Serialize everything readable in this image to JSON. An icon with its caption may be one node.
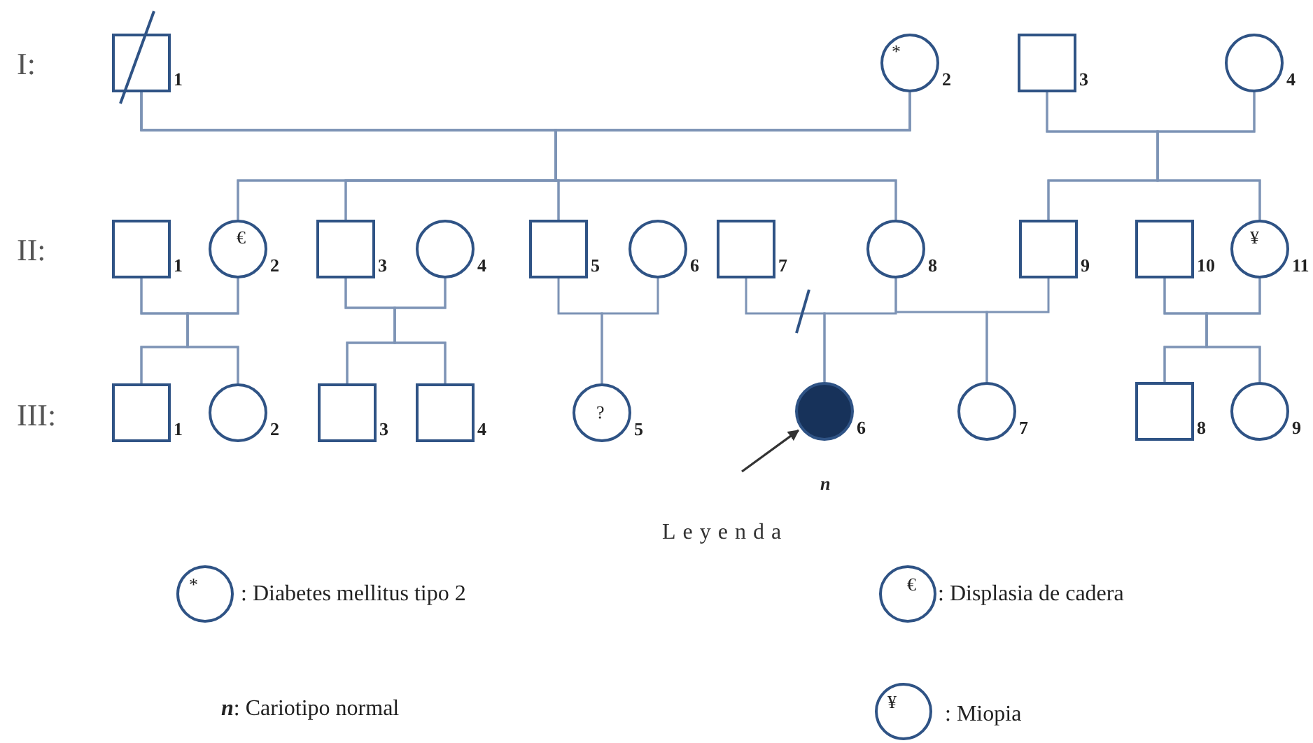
{
  "diagram": {
    "nodes": [
      {
        "text": [],
        "shape": "box",
        "beside": [
          "1"
        ]
      },
      {
        "text": [
          "*"
        ],
        "beside": [
          "2"
        ]
      },
      {
        "text": [],
        "shape": "box",
        "beside": [
          "3"
        ]
      },
      {
        "text": [],
        "shape": "circle",
        "beside": [
          "4"
        ]
      },
      {
        "text": [],
        "shape": "box",
        "beside": [
          "1"
        ]
      },
      {
        "text": [
          "€"
        ],
        "beside": [
          "2"
        ]
      },
      {
        "text": [],
        "shape": "box",
        "beside": [
          "3"
        ]
      },
      {
        "text": [],
        "shape": "circle",
        "beside": [
          "4"
        ]
      },
      {
        "text": [],
        "shape": "box",
        "beside": [
          "5"
        ]
      },
      {
        "text": [],
        "shape": "circle",
        "beside": [
          "6"
        ]
      },
      {
        "text": [],
        "shape": "box",
        "beside": [
          "7"
        ]
      },
      {
        "text": [],
        "shape": "circle",
        "beside": [
          "8"
        ]
      },
      {
        "text": [],
        "shape": "box",
        "beside": [
          "9"
        ]
      },
      {
        "text": [],
        "shape": "box",
        "beside": [
          "10"
        ]
      },
      {
        "text": [
          "¥"
        ],
        "beside": [
          "11"
        ]
      },
      {
        "text": [],
        "shape": "box",
        "beside": [
          "1"
        ]
      },
      {
        "text": [],
        "shape": "circle",
        "beside": [
          "2"
        ]
      },
      {
        "text": [],
        "shape": "box",
        "beside": [
          "3"
        ]
      },
      {
        "text": [],
        "shape": "box",
        "beside": [
          "4"
        ]
      },
      {
        "text": [
          "?"
        ],
        "beside": [
          "5"
        ]
      },
      {
        "text": [],
        "shape": "disc",
        "beside": [
          "6",
          "n"
        ]
      },
      {
        "text": [],
        "shape": "circle",
        "beside": [
          "7"
        ]
      },
      {
        "text": [],
        "shape": "box",
        "beside": [
          "8"
        ]
      },
      {
        "text": [],
        "shape": "circle",
        "beside": [
          "9"
        ]
      }
    ],
    "edges": [
      {
        "from": 0,
        "to": 5,
        "arrow": "none"
      },
      {
        "from": 0,
        "to": 6,
        "arrow": "none"
      },
      {
        "from": 0,
        "to": 8,
        "arrow": "none"
      },
      {
        "from": 0,
        "to": 11,
        "arrow": "none"
      },
      {
        "from": 1,
        "to": 5,
        "arrow": "none"
      },
      {
        "from": 1,
        "to": 6,
        "arrow": "none"
      },
      {
        "from": 1,
        "to": 8,
        "arrow": "none"
      },
      {
        "from": 1,
        "to": 11,
        "arrow": "none"
      },
      {
        "from": 2,
        "to": 12,
        "arrow": "none"
      },
      {
        "from": 2,
        "to": 14,
        "arrow": "none"
      },
      {
        "from": 3,
        "to": 12,
        "arrow": "none"
      },
      {
        "from": 3,
        "to": 14,
        "arrow": "none"
      },
      {
        "from": 4,
        "to": 15,
        "arrow": "none"
      },
      {
        "from": 4,
        "to": 16,
        "arrow": "none"
      },
      {
        "from": 5,
        "to": 15,
        "arrow": "none"
      },
      {
        "from": 5,
        "to": 16,
        "arrow": "none"
      },
      {
        "from": 6,
        "to": 17,
        "arrow": "none"
      },
      {
        "from": 6,
        "to": 18,
        "arrow": "none"
      },
      {
        "from": 7,
        "to": 17,
        "arrow": "none"
      },
      {
        "from": 7,
        "to": 18,
        "arrow": "none"
      },
      {
        "from": 8,
        "to": 19,
        "arrow": "none"
      },
      {
        "from": 9,
        "to": 19,
        "arrow": "none"
      },
      {
        "from": 10,
        "to": 20,
        "arrow": "none"
      },
      {
        "from": 11,
        "to": 20,
        "arrow": "none"
      },
      {
        "from": 11,
        "to": 21,
        "arrow": "none"
      },
      {
        "from": 12,
        "to": 21,
        "arrow": "none"
      },
      {
        "from": 13,
        "to": 22,
        "arrow": "none"
      },
      {
        "from": 13,
        "to": 23,
        "arrow": "none"
      },
      {
        "from": 14,
        "to": 22,
        "arrow": "none"
      },
      {
        "from": 14,
        "to": 23,
        "arrow": "none"
      },
      {
        "from": null,
        "to": 20,
        "arrow": "to",
        "color": "#333333"
      }
    ],
    "labels": [
      "I:",
      "II:",
      "III:",
      "Leyenda",
      "*",
      "€",
      "¥"
    ],
    "legend": [
      {
        "text": ": Diabetes mellitus tipo 2"
      },
      {
        "text": ": Displasia de cadera"
      },
      {
        "text": "**n**: Cariotipo normal"
      },
      {
        "text": ": Miopia"
      }
    ]
  }
}
